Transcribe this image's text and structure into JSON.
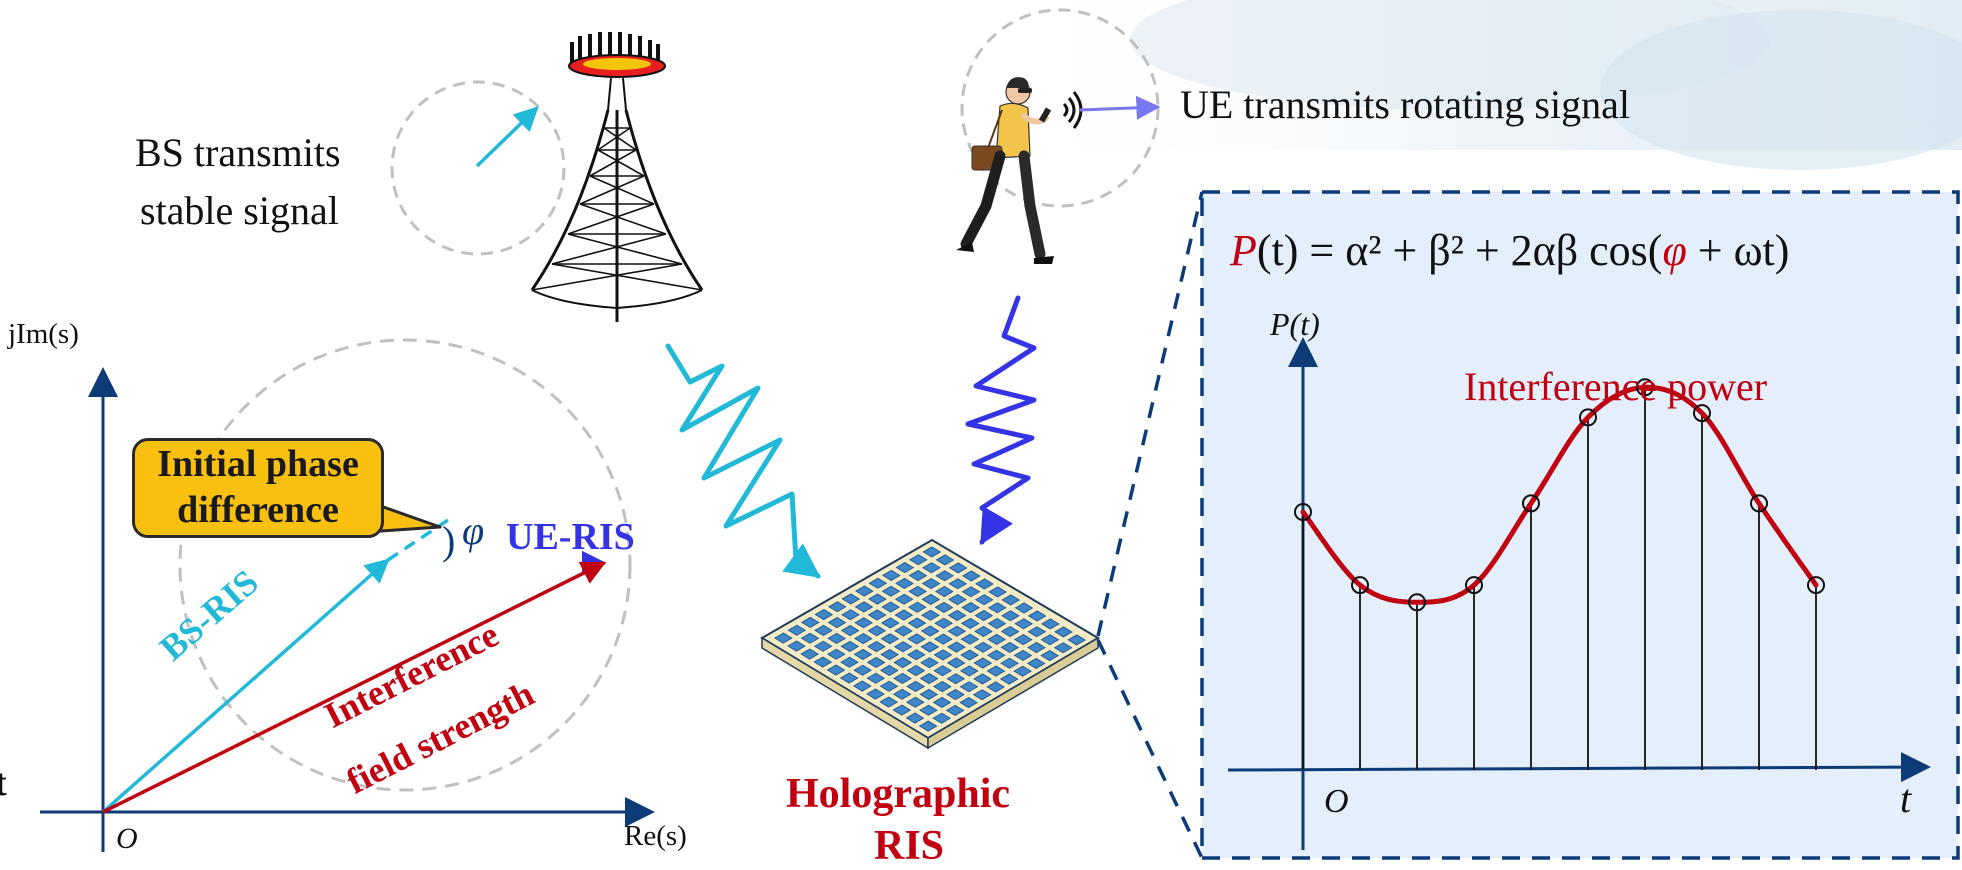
{
  "bs": {
    "label_line1": "BS transmits",
    "label_line2": "stable signal"
  },
  "ue": {
    "label": "UE transmits rotating signal"
  },
  "phasor": {
    "y_axis_label": "jIm(s)",
    "x_axis_label": "Re(s)",
    "origin_label": "O",
    "callout_line1": "Initial phase",
    "callout_line2": "difference",
    "phi_label": "φ",
    "ue_ris_label": "UE-RIS",
    "bs_ris_label": "BS-RIS",
    "interference_line1": "Interference",
    "interference_line2": "field strength",
    "cutoff_letter": "t"
  },
  "ris": {
    "label_line1": "Holographic",
    "label_line2": "RIS"
  },
  "power_panel": {
    "formula_lhs": "P",
    "formula_lhs_arg": "(t) = α² + β² + 2αβ cos(",
    "formula_phi": "φ",
    "formula_tail": " + ωt)",
    "y_axis_label": "P(t)",
    "x_axis_label": "t",
    "origin_label": "O",
    "curve_title": "Interference power",
    "samples": [
      0.6,
      0.43,
      0.39,
      0.43,
      0.62,
      0.82,
      0.89,
      0.83,
      0.62,
      0.43
    ]
  },
  "colors": {
    "bs_signal": "#22b8d8",
    "ue_signal": "#3434e6",
    "interference": "#c00010",
    "axis": "#0d3b78",
    "panel_bg": "#e4effb",
    "callout_fill": "#f9c00f",
    "ris_tile": "#3f86c8",
    "ris_base": "#f3ecc6"
  }
}
